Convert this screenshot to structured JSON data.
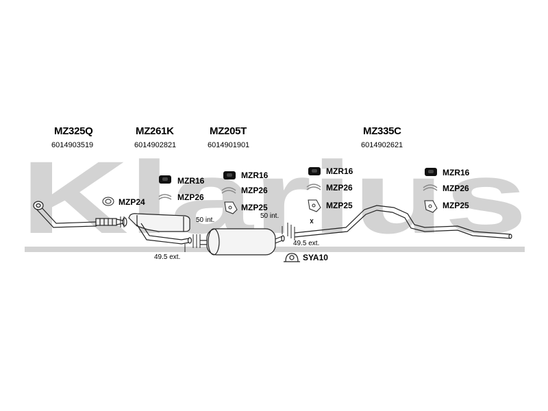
{
  "watermark": {
    "text": "Klarius",
    "color": "#d3d3d3"
  },
  "parts": [
    {
      "code": "MZ325Q",
      "number": "6014903519"
    },
    {
      "code": "MZ261K",
      "number": "6014902821"
    },
    {
      "code": "MZ205T",
      "number": "6014901901"
    },
    {
      "code": "MZ335C",
      "number": "6014902621"
    }
  ],
  "fittings": {
    "group1": [
      "MZP24"
    ],
    "group2": [
      "MZR16",
      "MZP26"
    ],
    "group3": [
      "MZR16",
      "MZP26",
      "MZP25"
    ],
    "group4": [
      "MZR16",
      "MZP26",
      "MZP25"
    ],
    "group5": [
      "MZR16",
      "MZP26",
      "MZP25"
    ],
    "clamp": "SYA10"
  },
  "dimensions": {
    "joint1": "49.5 ext.",
    "joint2": "50 int.",
    "joint3": "50 int.",
    "joint4": "49.5 ext."
  },
  "icons": [
    "rubber-hanger-icon",
    "hanger-strap-icon",
    "bracket-icon",
    "gasket-ring-icon",
    "clamp-icon"
  ]
}
